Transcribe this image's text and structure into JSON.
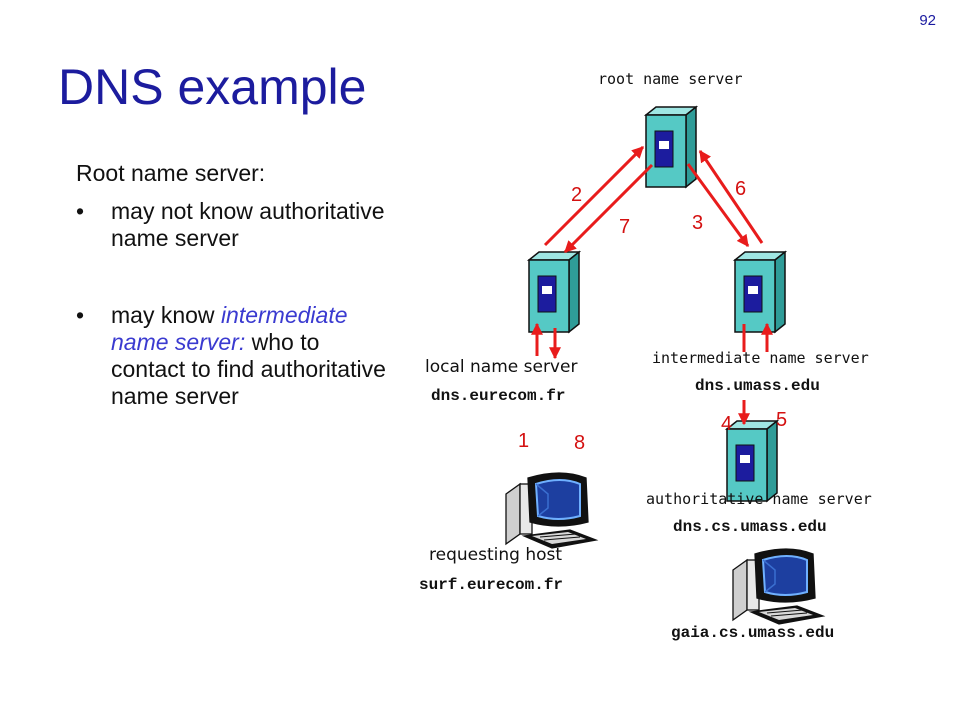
{
  "slide": {
    "page_number": "92",
    "title": "DNS example",
    "lead": "Root name server:",
    "bullets": [
      {
        "bullet": "•",
        "parts": [
          "may not know authoritative name server"
        ]
      },
      {
        "bullet": "•",
        "parts": [
          "may know ",
          "intermediate name server:",
          " who to contact to find authoritative name server"
        ]
      }
    ]
  },
  "diagram": {
    "root": {
      "label": "root name server"
    },
    "local": {
      "label": "local name server",
      "host": "dns.eurecom.fr"
    },
    "intermediate": {
      "label": "intermediate name server",
      "host": "dns.umass.edu"
    },
    "authoritative": {
      "label": "authoritative name server",
      "host": "dns.cs.umass.edu"
    },
    "requesting": {
      "label": "requesting host",
      "host": "surf.eurecom.fr"
    },
    "target": {
      "host": "gaia.cs.umass.edu"
    },
    "steps": [
      "1",
      "2",
      "3",
      "4",
      "5",
      "6",
      "7",
      "8"
    ],
    "colors": {
      "arrow": "#e81c1c",
      "server_face": "#55c9c5",
      "server_side": "#2f9c98",
      "accent": "#1c1c9e"
    }
  }
}
